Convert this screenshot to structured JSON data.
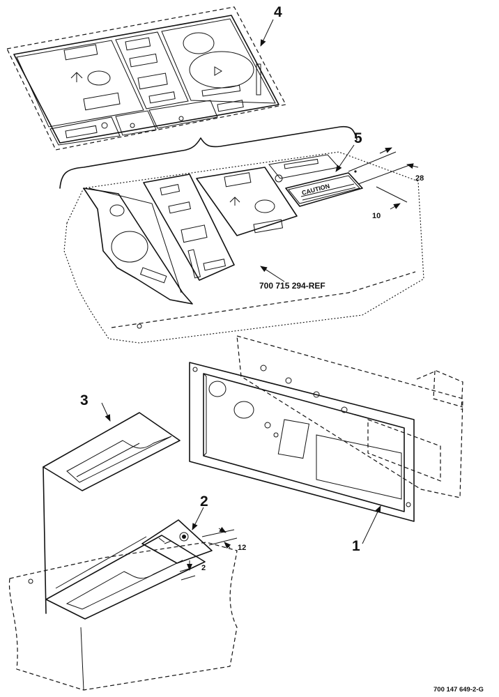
{
  "callouts": {
    "c1": "1",
    "c2": "2",
    "c3": "3",
    "c4": "4",
    "c5": "5"
  },
  "dimensions": {
    "d28": "28",
    "d10": "10",
    "d12": "12",
    "d2": "2"
  },
  "reference_label": "700 715 294-REF",
  "caution_label": "CAUTION",
  "figure_id": "700 147 649-2-G"
}
